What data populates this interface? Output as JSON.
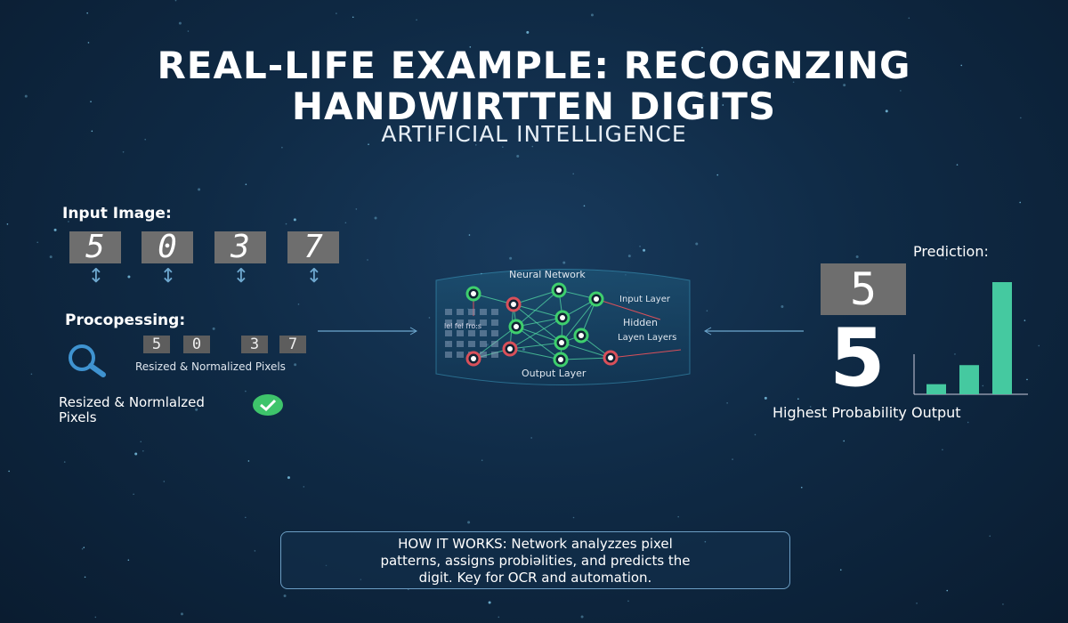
{
  "title_line1": "REAL-LIFE EXAMPLE: RECOGNZING",
  "title_line2": "HANDWIRTTEN DIGITS",
  "subtitle": "ARTIFICIAL INTELLIGENCE",
  "input": {
    "label": "Input Image:",
    "digits": [
      "5",
      "0",
      "3",
      "7"
    ]
  },
  "preprocessing": {
    "label": "Procopessing:",
    "digits": [
      "5",
      "0",
      "3",
      "7"
    ],
    "caption": "Resized & Normalized Pixels",
    "status_line1": "Resized & Normlalzed",
    "status_line2": "Pixels",
    "icons": [
      "magnifier-icon",
      "check-circle-icon"
    ]
  },
  "network": {
    "title": "Neural Network",
    "input_layer": "Input Layer",
    "hidden": "Hidden",
    "hidden2": "Layen Layers",
    "output_layer": "Output Layer",
    "grid_text": "lel fel fro:s"
  },
  "prediction": {
    "label": "Prediction:",
    "digit_image": "5",
    "digit": "5",
    "caption": "Highest Probability Output",
    "bar_color": "#45c9a0"
  },
  "chart_data": {
    "type": "bar",
    "categories": [
      "",
      "",
      ""
    ],
    "values": [
      0.09,
      0.26,
      1.0
    ]
  },
  "how": {
    "line1": "HOW IT WORKS: Network analyzzes pixel",
    "line2": "patterns, assigns probiəlities, and predicts the",
    "line3": "digit. Key for OCR and automation."
  },
  "colors": {
    "green_node": "#3ecf6e",
    "red_node": "#d9505a",
    "accent": "#6ea8cf"
  }
}
